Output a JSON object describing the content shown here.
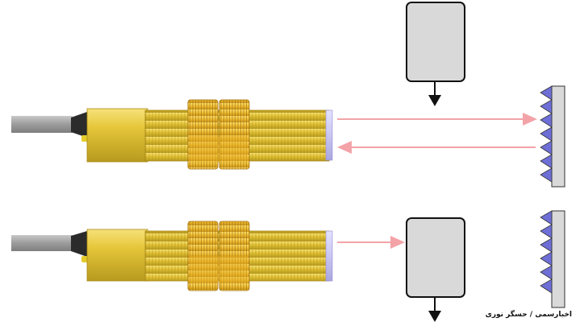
{
  "caption": "اخبارسمی / حسگر نوری",
  "colors": {
    "beam": "#f3a3a8",
    "brass": "#e8cc35",
    "brass_dark": "#b8951a",
    "nut": "#f1c33c",
    "object_fill": "#d9d9d9",
    "object_stroke": "#111111",
    "reflector": "#6e6fd6",
    "cable": "#a9a9a9"
  },
  "icons": [
    "arrow-down-icon",
    "arrow-right-icon",
    "arrow-left-icon"
  ],
  "scenes": [
    {
      "object_position": "above-beam",
      "object_moving": "down",
      "beam": "reflected",
      "reflector": "visible"
    },
    {
      "object_position": "blocking-beam",
      "object_moving": "down",
      "beam": "blocked",
      "reflector": "visible"
    }
  ]
}
